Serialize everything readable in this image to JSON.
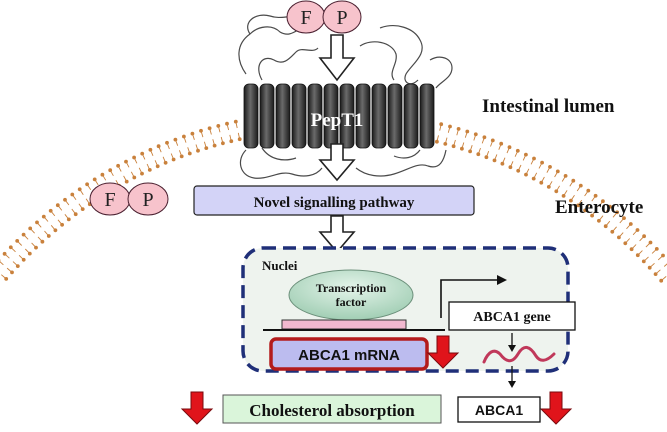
{
  "molecules": {
    "f": "F",
    "p": "P"
  },
  "transporter": {
    "label": "PepT1"
  },
  "regions": {
    "lumen": "Intestinal lumen",
    "cell": "Enterocyte",
    "nucleus": "Nuclei"
  },
  "pathway": {
    "label": "Novel signalling pathway"
  },
  "transcription_factor": {
    "line1": "Transcription",
    "line2": "factor"
  },
  "gene": {
    "label": "ABCA1 gene"
  },
  "mrna": {
    "label": "ABCA1 mRNA"
  },
  "protein": {
    "label": "ABCA1"
  },
  "outcome": {
    "label": "Cholesterol absorption"
  },
  "colors": {
    "molecule_fill": "#f7c3cc",
    "pathway_fill": "#d3d3f7",
    "nucleus_fill": "#eef3ee",
    "nucleus_border": "#1f2f78",
    "tf_fill": "#b9dec7",
    "mrna_fill": "#bcbcef",
    "mrna_border": "#b31b1b",
    "outcome_fill": "#daf5da",
    "down_arrow": "#e0141b",
    "membrane": "#c9813c",
    "transporter": "#3a3a3a"
  }
}
